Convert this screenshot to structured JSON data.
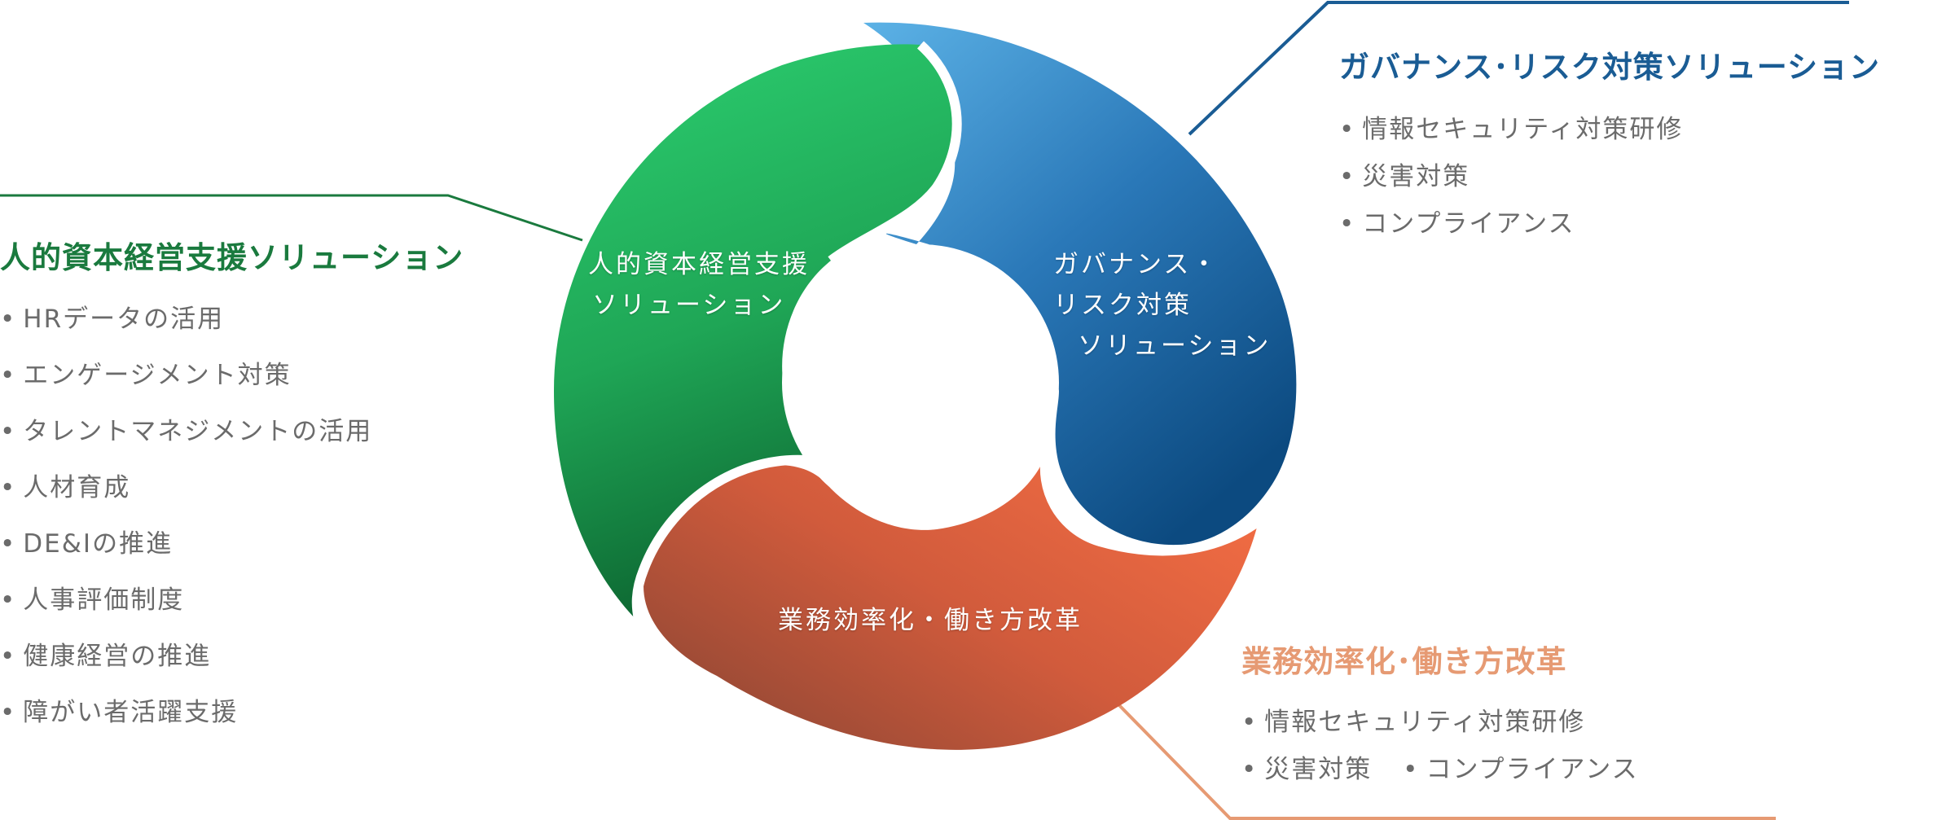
{
  "diagram": {
    "segments": {
      "hr": {
        "label_line1": "人的資本経営支援",
        "label_line2": "ソリューション",
        "color_start": "#28c96c",
        "color_end": "#0e6b34"
      },
      "gov": {
        "label_line1": "ガバナンス・",
        "label_line2": "リスク対策",
        "label_line3": "ソリューション",
        "color_start": "#5aaee3",
        "color_end": "#0d4f86"
      },
      "biz": {
        "label_line1": "業務効率化・働き方改革",
        "color_start": "#f26d45",
        "color_end": "#8f4534"
      }
    }
  },
  "panels": {
    "hr": {
      "title": "人的資本経営支援ソリューション",
      "color": "#1a7a3e",
      "items": [
        "HRデータの活用",
        "エンゲージメント対策",
        "タレントマネジメントの活用",
        "人材育成",
        "DE&Iの推進",
        "人事評価制度",
        "健康経営の推進",
        "障がい者活躍支援"
      ]
    },
    "gov": {
      "title": "ガバナンス･リスク対策ソリューション",
      "color": "#1a5c94",
      "items": [
        "情報セキュリティ対策研修",
        "災害対策",
        "コンプライアンス"
      ]
    },
    "biz": {
      "title": "業務効率化･働き方改革",
      "color": "#e69a73",
      "items": [
        "情報セキュリティ対策研修",
        "災害対策",
        "コンプライアンス"
      ]
    }
  }
}
